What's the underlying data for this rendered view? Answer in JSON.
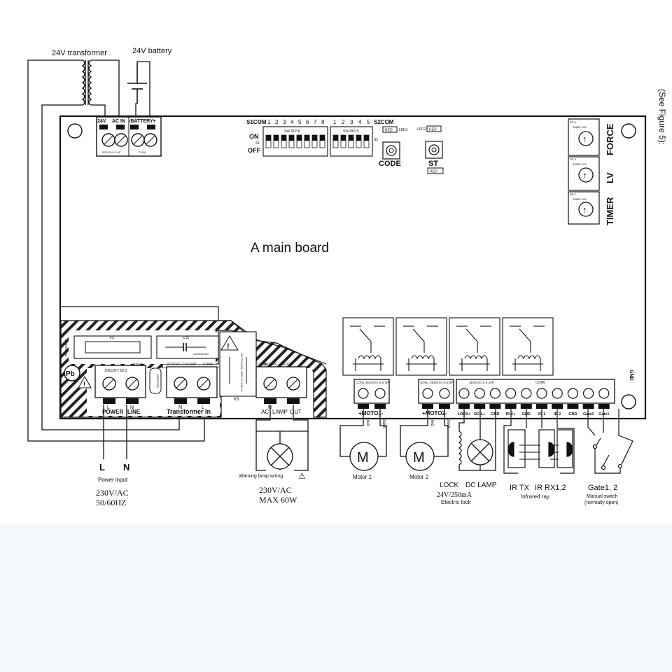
{
  "diagram": {
    "top_labels": {
      "transformer": "24V transformer",
      "battery": "24V battery"
    },
    "side_note": "(See Figure 5):",
    "board_title": "A main board",
    "power_block": {
      "v24": "24V",
      "ac_in": "AC IN",
      "battery": "-BATTERY+",
      "part_left": "2EDG5-5.0-4P",
      "part_right": "CON1"
    },
    "dip": {
      "s1com": "S1COM",
      "s2com": "S2COM",
      "s1_numbers": [
        "1",
        "2",
        "3",
        "4",
        "5",
        "6",
        "7",
        "8"
      ],
      "s2_numbers": [
        "1",
        "2",
        "3",
        "4",
        "5"
      ],
      "on": "ON",
      "off": "OFF",
      "s1_mark": "S1",
      "s2_mark": "S2",
      "s1_part": "SW DIP-8",
      "s2_part": "SW DIP-5",
      "led1": "LED1",
      "led2": "LED2",
      "led_color": "RED"
    },
    "buttons": {
      "code": "CODE",
      "st": "ST"
    },
    "pots": {
      "force": "FORCE",
      "lv": "LV",
      "timer": "TIMER",
      "force_tag": "RP-4",
      "lv_tag": "RP-3",
      "timer_tag": "RP-1",
      "force_part": "3386P-104",
      "lv_part": "3386P-103",
      "timer_part": "3386P-104"
    },
    "left_section": {
      "f3": "F3",
      "c16": "C16",
      "c16_part": "104/630VAC",
      "transient": "TRANSIENT",
      "con3": "CON3",
      "con3_part": "DG129-7.62-2",
      "con4": "CON4",
      "con4_part": "2EDGVC-7.62-03P",
      "con5": "CON5",
      "con5_part": "2EDGVC-7.62-02P",
      "varistor": "VARISTOR",
      "k5": "K5",
      "relay_text": "AC-TP-1005 / SRD-S-124D-UL",
      "pb": "Pb",
      "l": "L",
      "n": "N",
      "power": "POWER",
      "line": "LINE",
      "transformer_in": "Transformer In",
      "ac": "AC",
      "lamp": "LAMP",
      "out": "OUT"
    },
    "right_section": {
      "con2": "CON2",
      "con2_part": "2EDGVC-5.0-3P",
      "con1": "CON1",
      "con1_part": "2EDGVC-5.0-3P",
      "con6": "CON6",
      "con6_part": "2EDGVC-5.0-10P",
      "moto1": "+MOTO1-",
      "moto2": "+MOTO2-",
      "pins": [
        "LOCK+",
        "DC L+",
        "GND",
        "IR V+",
        "GND",
        "IR 1",
        "IR 2",
        "GND",
        "Gate2",
        "Gate1"
      ],
      "gnd": "GND"
    },
    "wire_labels": {
      "red": "red",
      "black": "black"
    },
    "below": {
      "l": "L",
      "n": "N",
      "power_input": "Power input",
      "v230": "230V/AC",
      "hz": "50/60HZ",
      "warning_lamp": "Warning lamp wiring",
      "v230b": "230V/AC",
      "max60": "MAX 60W",
      "motor1": "Motor 1",
      "motor2": "Motor 2",
      "lock": "LOCK",
      "dc_lamp": "DC LAMP",
      "v24ma": "24V/250mA",
      "electric_lock": "Electric lock",
      "ir_tx": "IR TX",
      "ir_rx": "IR RX1,2",
      "infrared_ray": "Infrared ray",
      "gate12": "Gate1, 2",
      "manual_switch": "Manual switch",
      "normally_open": "(normally open)"
    }
  }
}
